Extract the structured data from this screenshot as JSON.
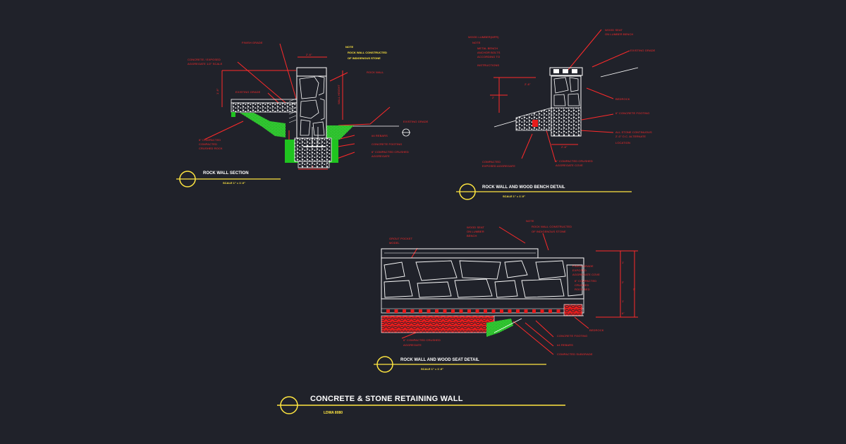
{
  "sheet": {
    "title": "CONCRETE & STONE RETAINING WALL",
    "subtitle": "LDWA 8080"
  },
  "colors": {
    "background": "#20222a",
    "annotation": "#ff2a2a",
    "title_line": "#ffe640",
    "linework": "#ffffff",
    "grass": "#1fc41f"
  },
  "details": {
    "rock_wall_section": {
      "title": "ROCK WALL SECTION",
      "scale": "SCALE 1\" = 1'-0\"",
      "labels": {
        "finish_grade": "FINISH GRADE",
        "concrete_exposed_1": "CONCRETE / EXPOSED",
        "concrete_exposed_2": "AGGREGATE 1/2\" SCALE",
        "note": "NOTE",
        "note_line1": "ROCK WALL CONSTRUCTED",
        "note_line2": "OF INDIGENOUS STONE",
        "rock_wall": "ROCK WALL",
        "existing_grade_left": "EXISTING GRADE",
        "existing_grade_right": "EXISTING GRADE",
        "crushed_1": "6\" COMPACTED",
        "crushed_2": "COMPACTED",
        "crushed_3": "CRUSHED ROCK",
        "rebars": "#4 REBARS",
        "concrete_footing": "CONCRETE FOOTING",
        "compacted_agg_1": "6\" COMPACTED CRUSHED",
        "compacted_agg_2": "AGGREGATE",
        "dim_width": "2'-6\"",
        "dim_wall_height": "WALL HEIGHT",
        "dim_left": "1'-6\"",
        "dim_bottom": "2'"
      }
    },
    "rock_wall_wood_bench": {
      "title": "ROCK WALL AND WOOD BENCH DETAIL",
      "scale": "SCALE 1\" = 1'-0\"",
      "labels": {
        "note_1": "WOOD LUMBER(MFR)",
        "note_2": "NOTE",
        "note_3": "METAL BENCH",
        "note_4": "ANCHOR BOLTS",
        "note_5": "ACCORDING TO",
        "note_6": "INSTRUCTIONS",
        "wood_seat_1": "WOOD SEAT",
        "wood_seat_2": "ON LUMBER BENCH",
        "existing_grade": "EXISTING GRADE",
        "bedrock": "BEDROCK",
        "concrete_footing": "6\" CONCRETE FOOTING",
        "all_stone_1": "ALL STONE CONTINUOUS",
        "all_stone_2": "2'-0\" O.C. ALTERNATE",
        "all_stone_3": "LOCATION",
        "compacted_1": "COMPACTED",
        "compacted_2": "EXPOSED AGGREGATE",
        "crushed_1": "6\" COMPACTED CRUSHED",
        "crushed_2": "AGGREGATE COVE",
        "dim_height": "2'",
        "dim_left": "2'-6\"",
        "dim_width": "2'-6\""
      }
    },
    "rock_wall_wood_seat": {
      "title": "ROCK WALL AND WOOD SEAT DETAIL",
      "scale": "SCALE 1\" = 1'-0\"",
      "labels": {
        "grout_1": "GROUT POCKET",
        "grout_2": "MODEL",
        "wood_seat_1": "WOOD SEAT",
        "wood_seat_2": "ON LUMBER",
        "wood_seat_3": "BENCH",
        "note": "NOTE",
        "note_line1": "ROCK WALL CONSTRUCTED",
        "note_line2": "OF INDIGENOUS STONE",
        "finish_grade_1": "FINISH GRADE",
        "finish_grade_2": "EXPOSED",
        "finish_grade_3": "AGGREGATE COVE",
        "compacted_1": "6\" COMPACTED",
        "compacted_2": "CRUSHED",
        "compacted_3": "ROCK BED",
        "bedrock": "BEDROCK",
        "concrete_footing": "CONCRETE FOOTING",
        "rebars": "#4 REBARS",
        "compacted_subgrade": "COMPACTED SUBGRADE",
        "crushed_1": "6\" COMPACTED CRUSHED",
        "crushed_2": "AGGREGATE",
        "dim_1": "1'",
        "dim_2": "2'",
        "dim_3": "1'",
        "dim_4": "6\"",
        "dim_total": "5'"
      }
    }
  }
}
